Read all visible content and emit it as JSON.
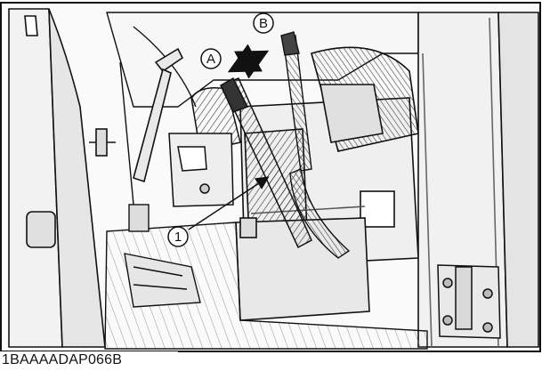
{
  "callouts": {
    "a": "A",
    "b": "B",
    "one": "1"
  },
  "figure_code": "1BAAAADAP066B"
}
